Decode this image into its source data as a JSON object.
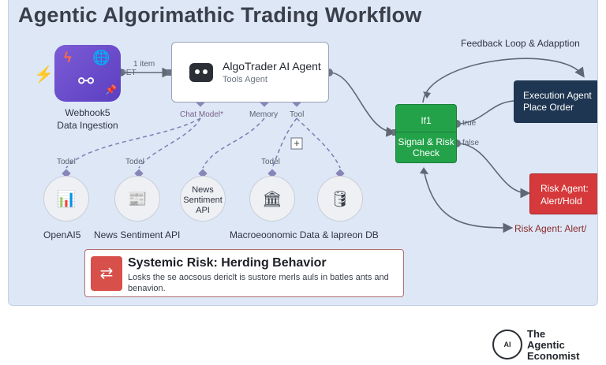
{
  "title": "Agentic Algorimathic Trading Workflow",
  "webhook": {
    "label_line1": "Webhook5",
    "label_line2": "Data Ingestion"
  },
  "connection_labels": {
    "item_count": "1 item",
    "output_port": "OET"
  },
  "agent": {
    "name": "AlgoTrader AI Agent",
    "type": "Tools Agent"
  },
  "agent_ports": {
    "chat_model": "Chat Model*",
    "memory": "Memory",
    "tool": "Tool"
  },
  "tool_labels": [
    "Todel",
    "Todel",
    "Todel"
  ],
  "tools": [
    {
      "icon": "candlestick-chart-icon",
      "label": "OpenAI5"
    },
    {
      "icon": "newspaper-icon",
      "label": "News Sentiment API"
    },
    {
      "icon": "text-node",
      "inner_text": "News Sentiment API"
    },
    {
      "icon": "bank-icon"
    },
    {
      "icon": "database-icon"
    }
  ],
  "bottom_label_combined": "Macroeoonomic Data & lapreon DB",
  "if_node": {
    "header": "If1",
    "description": "Signal & Risk Check"
  },
  "branches": {
    "true_label": "true",
    "false_label": "false"
  },
  "feedback_label": "Feedback Loop & Adapption",
  "execution_node": {
    "line1": "Execution Agent",
    "line2": "Place Order"
  },
  "risk_node": {
    "line1": "Risk Agent:",
    "line2": "Alert/Hold"
  },
  "risk_arrow_label": "Risk Agent: Alert/",
  "plus_symbol": "+",
  "banner": {
    "heading": "Systemic Risk: Herding Behavior",
    "body": "Losks the se aocsous dericlt is sustore merls auls in batles ants and benavion."
  },
  "logo": {
    "line1": "The",
    "line2": "Agentic",
    "line3": "Economist",
    "badge": "AI"
  },
  "colors": {
    "canvas": "#dde7f6",
    "if_node": "#23a24a",
    "execution": "#1f3652",
    "risk": "#d6393b",
    "webhook": "#6a4bcc"
  }
}
